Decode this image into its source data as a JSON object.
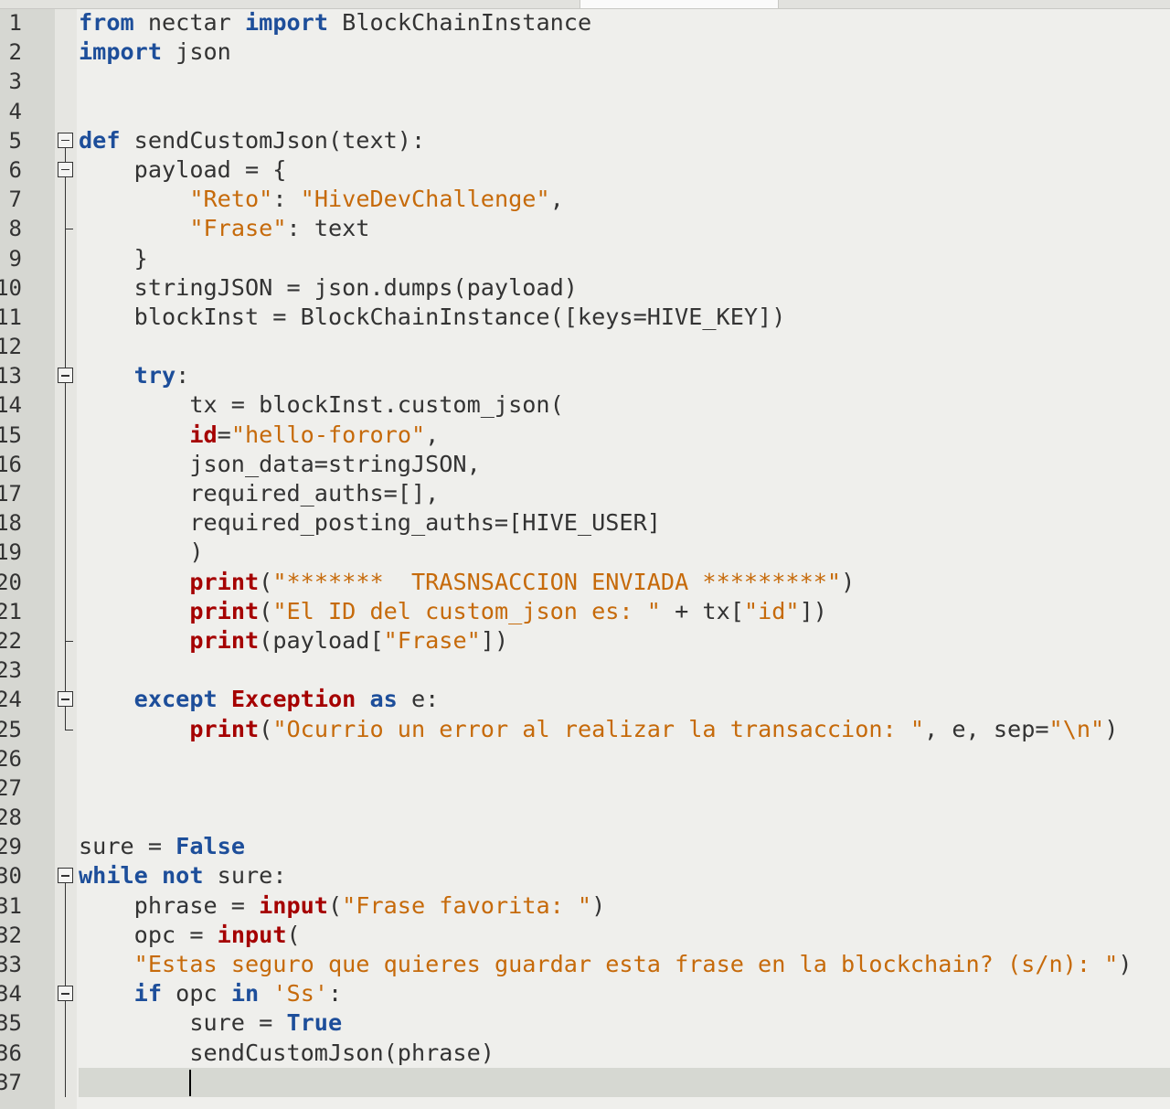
{
  "colors": {
    "keyword": "#1d4e9a",
    "builtin": "#a50000",
    "string": "#c66a0a",
    "text": "#333333",
    "current_line": "#d6d8d2"
  },
  "editor": {
    "current_line": 37,
    "lines": [
      {
        "n": "1",
        "fold": "",
        "t": [
          [
            "kw",
            "from"
          ],
          [
            "pl",
            " nectar "
          ],
          [
            "kw",
            "import"
          ],
          [
            "pl",
            " BlockChainInstance"
          ]
        ]
      },
      {
        "n": "2",
        "fold": "",
        "t": [
          [
            "kw",
            "import"
          ],
          [
            "pl",
            " json"
          ]
        ]
      },
      {
        "n": "3",
        "fold": "",
        "t": []
      },
      {
        "n": "4",
        "fold": "",
        "t": []
      },
      {
        "n": "5",
        "fold": "boxtop",
        "t": [
          [
            "kw",
            "def"
          ],
          [
            "pl",
            " sendCustomJson(text):"
          ]
        ]
      },
      {
        "n": "6",
        "fold": "box",
        "t": [
          [
            "pl",
            "    payload = {"
          ]
        ]
      },
      {
        "n": "7",
        "fold": "line",
        "t": [
          [
            "pl",
            "        "
          ],
          [
            "str",
            "\"Reto\""
          ],
          [
            "pl",
            ": "
          ],
          [
            "str",
            "\"HiveDevChallenge\""
          ],
          [
            "pl",
            ","
          ]
        ]
      },
      {
        "n": "8",
        "fold": "tick",
        "t": [
          [
            "pl",
            "        "
          ],
          [
            "str",
            "\"Frase\""
          ],
          [
            "pl",
            ": text"
          ]
        ]
      },
      {
        "n": "9",
        "fold": "line",
        "t": [
          [
            "pl",
            "    }"
          ]
        ]
      },
      {
        "n": "10",
        "fold": "line",
        "t": [
          [
            "pl",
            "    stringJSON = json.dumps(payload)"
          ]
        ]
      },
      {
        "n": "11",
        "fold": "line",
        "t": [
          [
            "pl",
            "    blockInst = BlockChainInstance([keys=HIVE_KEY])"
          ]
        ]
      },
      {
        "n": "12",
        "fold": "line",
        "t": []
      },
      {
        "n": "13",
        "fold": "box",
        "t": [
          [
            "pl",
            "    "
          ],
          [
            "kw",
            "try"
          ],
          [
            "pl",
            ":"
          ]
        ]
      },
      {
        "n": "14",
        "fold": "line",
        "t": [
          [
            "pl",
            "        tx = blockInst.custom_json("
          ]
        ]
      },
      {
        "n": "15",
        "fold": "line",
        "t": [
          [
            "pl",
            "        "
          ],
          [
            "bi",
            "id"
          ],
          [
            "pl",
            "="
          ],
          [
            "str",
            "\"hello-fororo\""
          ],
          [
            "pl",
            ","
          ]
        ]
      },
      {
        "n": "16",
        "fold": "line",
        "t": [
          [
            "pl",
            "        json_data=stringJSON,"
          ]
        ]
      },
      {
        "n": "17",
        "fold": "line",
        "t": [
          [
            "pl",
            "        required_auths=[],"
          ]
        ]
      },
      {
        "n": "18",
        "fold": "line",
        "t": [
          [
            "pl",
            "        required_posting_auths=[HIVE_USER]"
          ]
        ]
      },
      {
        "n": "19",
        "fold": "line",
        "t": [
          [
            "pl",
            "        )"
          ]
        ]
      },
      {
        "n": "20",
        "fold": "line",
        "t": [
          [
            "pl",
            "        "
          ],
          [
            "bi",
            "print"
          ],
          [
            "pl",
            "("
          ],
          [
            "str",
            "\"*******  TRASNSACCION ENVIADA *********\""
          ],
          [
            "pl",
            ")"
          ]
        ]
      },
      {
        "n": "21",
        "fold": "line",
        "t": [
          [
            "pl",
            "        "
          ],
          [
            "bi",
            "print"
          ],
          [
            "pl",
            "("
          ],
          [
            "str",
            "\"El ID del custom_json es: \""
          ],
          [
            "pl",
            " + tx["
          ],
          [
            "str",
            "\"id\""
          ],
          [
            "pl",
            "])"
          ]
        ]
      },
      {
        "n": "22",
        "fold": "tick",
        "t": [
          [
            "pl",
            "        "
          ],
          [
            "bi",
            "print"
          ],
          [
            "pl",
            "(payload["
          ],
          [
            "str",
            "\"Frase\""
          ],
          [
            "pl",
            "])"
          ]
        ]
      },
      {
        "n": "23",
        "fold": "line",
        "t": []
      },
      {
        "n": "24",
        "fold": "box",
        "t": [
          [
            "pl",
            "    "
          ],
          [
            "kw",
            "except"
          ],
          [
            "pl",
            " "
          ],
          [
            "bi",
            "Exception"
          ],
          [
            "pl",
            " "
          ],
          [
            "kw",
            "as"
          ],
          [
            "pl",
            " e:"
          ]
        ]
      },
      {
        "n": "25",
        "fold": "end",
        "t": [
          [
            "pl",
            "        "
          ],
          [
            "bi",
            "print"
          ],
          [
            "pl",
            "("
          ],
          [
            "str",
            "\"Ocurrio un error al realizar la transaccion: \""
          ],
          [
            "pl",
            ", e, sep="
          ],
          [
            "str",
            "\"\\n\""
          ],
          [
            "pl",
            ")"
          ]
        ]
      },
      {
        "n": "26",
        "fold": "",
        "t": []
      },
      {
        "n": "27",
        "fold": "",
        "t": []
      },
      {
        "n": "28",
        "fold": "",
        "t": []
      },
      {
        "n": "29",
        "fold": "",
        "t": [
          [
            "pl",
            "sure = "
          ],
          [
            "kw",
            "False"
          ]
        ]
      },
      {
        "n": "30",
        "fold": "boxtop",
        "t": [
          [
            "kw",
            "while"
          ],
          [
            "pl",
            " "
          ],
          [
            "kw",
            "not"
          ],
          [
            "pl",
            " sure:"
          ]
        ]
      },
      {
        "n": "31",
        "fold": "line",
        "t": [
          [
            "pl",
            "    phrase = "
          ],
          [
            "bi",
            "input"
          ],
          [
            "pl",
            "("
          ],
          [
            "str",
            "\"Frase favorita: \""
          ],
          [
            "pl",
            ")"
          ]
        ]
      },
      {
        "n": "32",
        "fold": "line",
        "t": [
          [
            "pl",
            "    opc = "
          ],
          [
            "bi",
            "input"
          ],
          [
            "pl",
            "("
          ]
        ]
      },
      {
        "n": "33",
        "fold": "line",
        "t": [
          [
            "pl",
            "    "
          ],
          [
            "str",
            "\"Estas seguro que quieres guardar esta frase en la blockchain? (s/n): \""
          ],
          [
            "pl",
            ")"
          ]
        ]
      },
      {
        "n": "34",
        "fold": "box",
        "t": [
          [
            "pl",
            "    "
          ],
          [
            "kw",
            "if"
          ],
          [
            "pl",
            " opc "
          ],
          [
            "kw",
            "in"
          ],
          [
            "pl",
            " "
          ],
          [
            "str",
            "'Ss'"
          ],
          [
            "pl",
            ":"
          ]
        ]
      },
      {
        "n": "35",
        "fold": "line",
        "t": [
          [
            "pl",
            "        sure = "
          ],
          [
            "kw",
            "True"
          ]
        ]
      },
      {
        "n": "36",
        "fold": "line",
        "t": [
          [
            "pl",
            "        sendCustomJson(phrase)"
          ]
        ]
      },
      {
        "n": "37",
        "fold": "line",
        "t": []
      }
    ]
  }
}
